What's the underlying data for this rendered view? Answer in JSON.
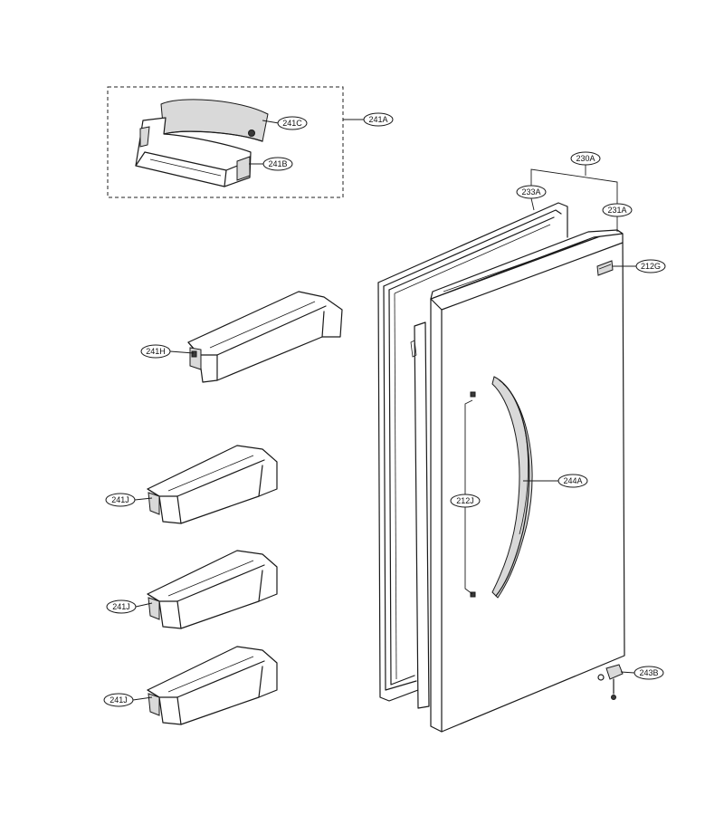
{
  "callouts": {
    "c241A": "241A",
    "c241C": "241C",
    "c241B": "241B",
    "c241H": "241H",
    "c241J_1": "241J",
    "c241J_2": "241J",
    "c241J_3": "241J",
    "c230A": "230A",
    "c233A": "233A",
    "c231A": "231A",
    "c212G": "212G",
    "c244A": "244A",
    "c212J": "212J",
    "c243B": "243B"
  }
}
